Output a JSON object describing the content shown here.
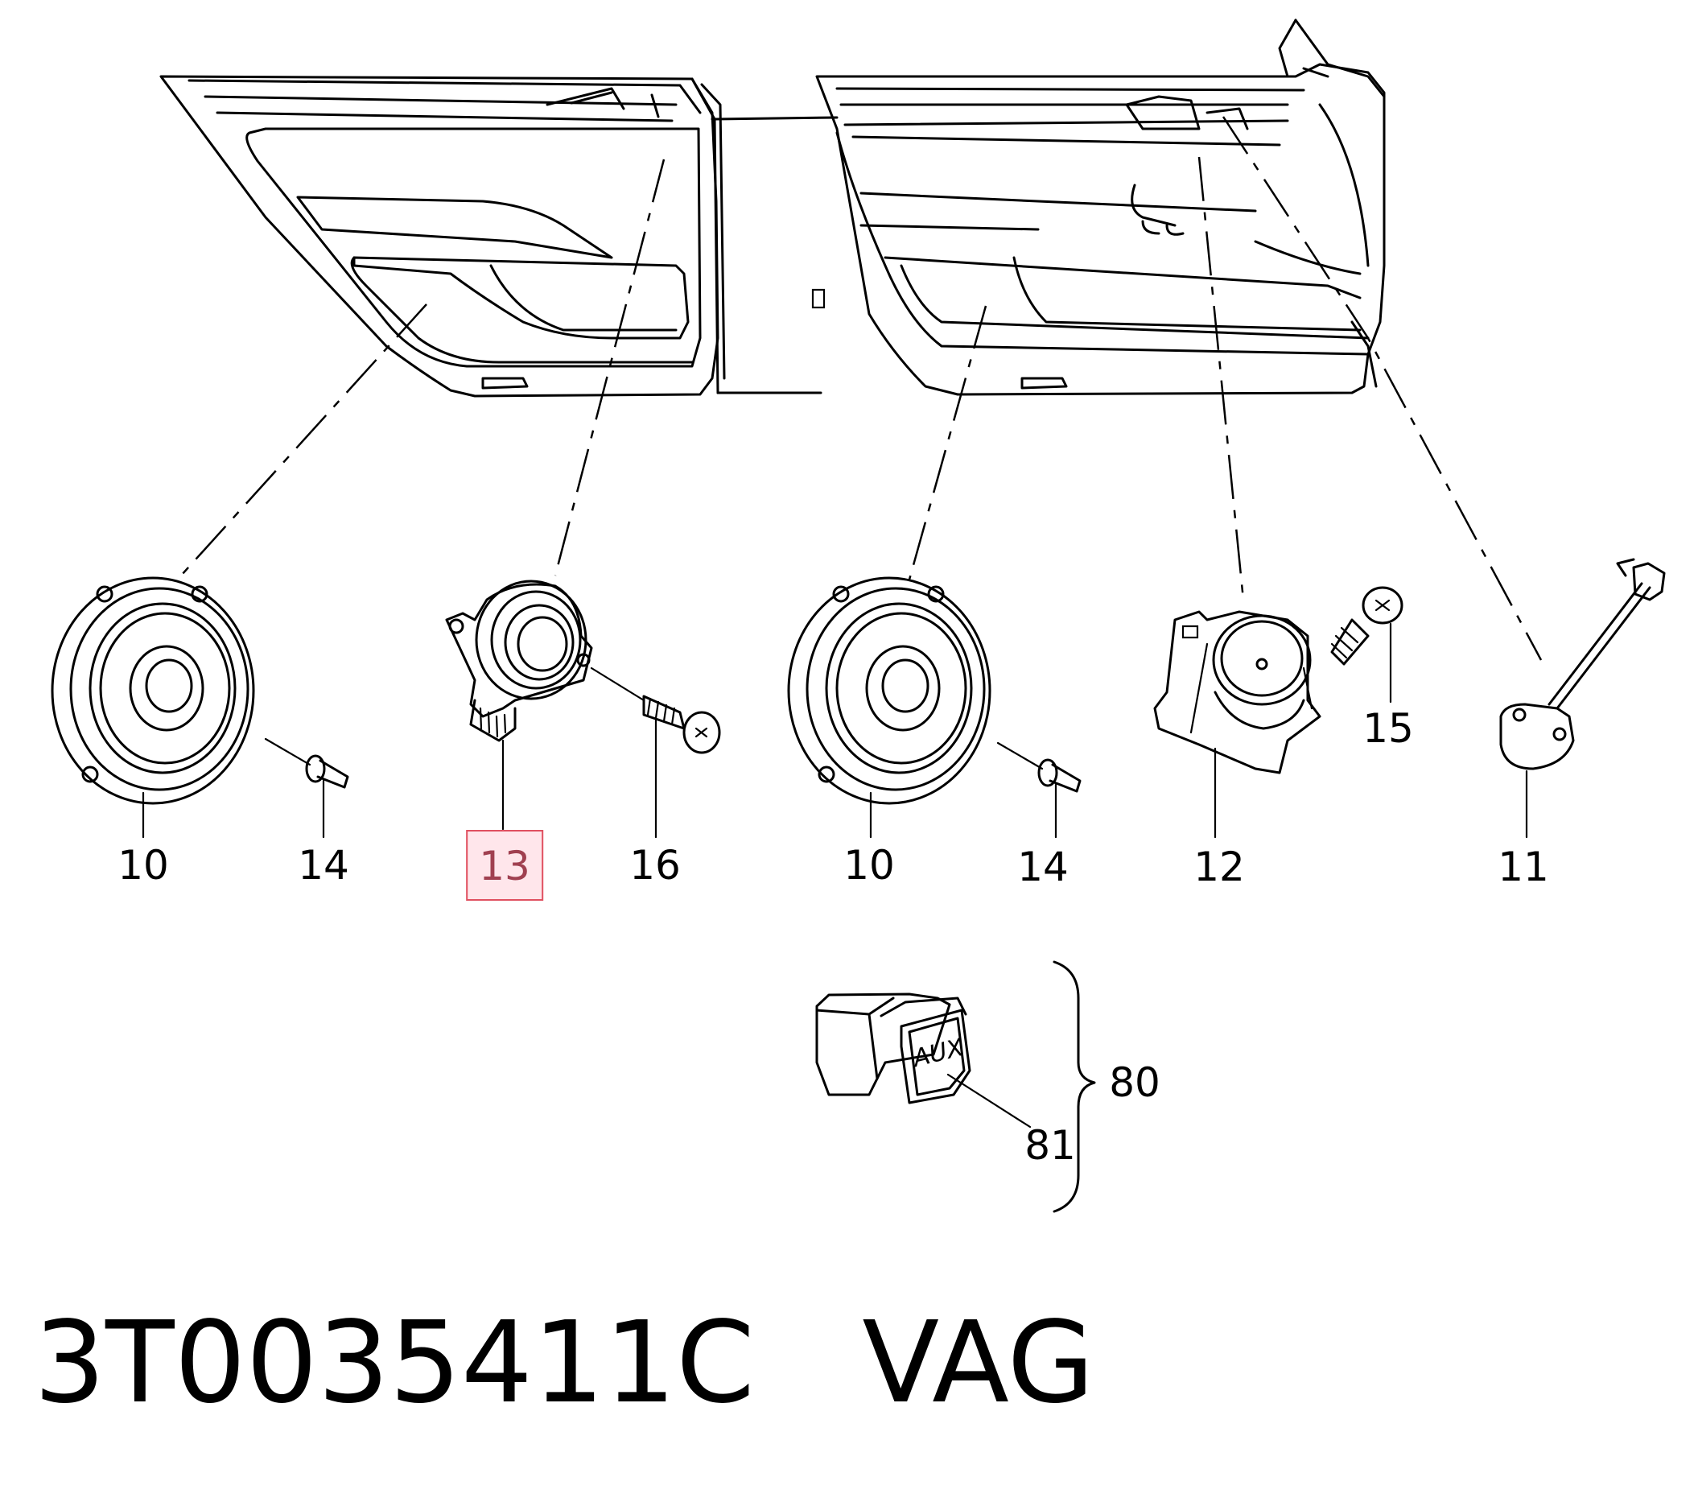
{
  "callouts": [
    {
      "id": "10a",
      "text": "10",
      "highlight": false
    },
    {
      "id": "14a",
      "text": "14",
      "highlight": false
    },
    {
      "id": "13",
      "text": "13",
      "highlight": true
    },
    {
      "id": "16",
      "text": "16",
      "highlight": false
    },
    {
      "id": "10b",
      "text": "10",
      "highlight": false
    },
    {
      "id": "14b",
      "text": "14",
      "highlight": false
    },
    {
      "id": "12",
      "text": "12",
      "highlight": false
    },
    {
      "id": "15",
      "text": "15",
      "highlight": false
    },
    {
      "id": "11",
      "text": "11",
      "highlight": false
    },
    {
      "id": "80",
      "text": "80",
      "highlight": false
    },
    {
      "id": "81",
      "text": "81",
      "highlight": false
    }
  ],
  "aux_label": "AUX",
  "footer": {
    "part_number": "3T0035411C",
    "brand": "VAG"
  },
  "colors": {
    "highlight_border": "#e05060",
    "highlight_fill": "#ffc8d2",
    "highlight_text": "#a04050"
  }
}
